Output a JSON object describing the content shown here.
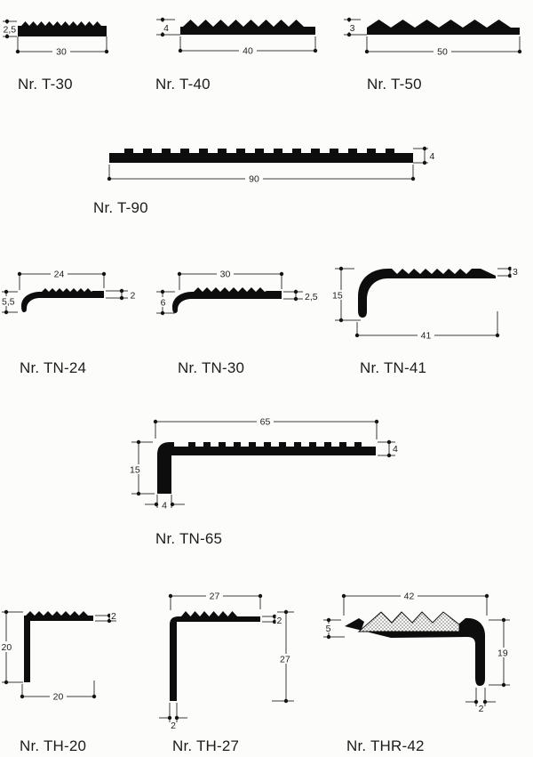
{
  "page": {
    "background": "#fcfcfa",
    "ink": "#0d0d0d",
    "line_color": "#3c3c3c",
    "description": "Profile cross-section catalog drawings"
  },
  "figures": [
    {
      "id": "t30",
      "label": "Nr. T-30",
      "dims": {
        "height": "2,5",
        "width": "30"
      }
    },
    {
      "id": "t40",
      "label": "Nr. T-40",
      "dims": {
        "height": "4",
        "width": "40"
      }
    },
    {
      "id": "t50",
      "label": "Nr. T-50",
      "dims": {
        "height": "3",
        "width": "50"
      }
    },
    {
      "id": "t90",
      "label": "Nr. T-90",
      "dims": {
        "height": "4",
        "width": "90"
      }
    },
    {
      "id": "tn24",
      "label": "Nr. TN-24",
      "dims": {
        "width": "24",
        "height": "5,5",
        "thickness": "2"
      }
    },
    {
      "id": "tn30",
      "label": "Nr. TN-30",
      "dims": {
        "width": "30",
        "height": "6",
        "thickness": "2,5"
      }
    },
    {
      "id": "tn41",
      "label": "Nr. TN-41",
      "dims": {
        "height": "15",
        "thickness": "3",
        "width": "41"
      }
    },
    {
      "id": "tn65",
      "label": "Nr. TN-65",
      "dims": {
        "width": "65",
        "height": "15",
        "thickness": "4",
        "leg": "4"
      }
    },
    {
      "id": "th20",
      "label": "Nr. TH-20",
      "dims": {
        "height": "20",
        "thickness": "2",
        "width": "20"
      }
    },
    {
      "id": "th27",
      "label": "Nr. TH-27",
      "dims": {
        "width": "27",
        "thickness": "2",
        "height": "27",
        "leg": "2"
      }
    },
    {
      "id": "thr42",
      "label": "Nr. THR-42",
      "dims": {
        "width": "42",
        "nose_height": "5",
        "height": "19",
        "leg": "2"
      }
    }
  ]
}
